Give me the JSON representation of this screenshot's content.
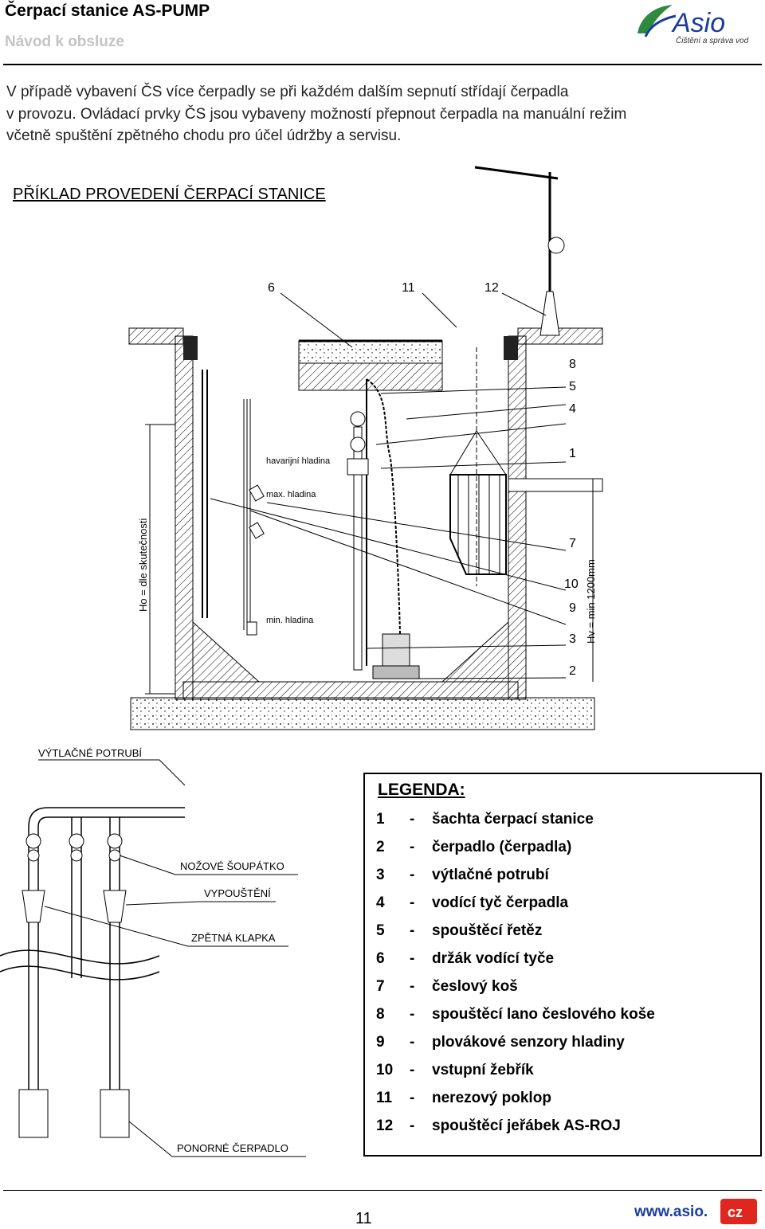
{
  "header": {
    "title": "Čerpací stanice AS-PUMP",
    "subtitle": "Návod k obsluze",
    "logo_text": "Asio",
    "logo_tagline": "Čištění a správa vod",
    "brand_color": "#1a3d9c",
    "leaf_color": "#2e8b3e"
  },
  "intro": {
    "line1": "V případě vybavení ČS více čerpadly se při každém dalším sepnutí střídají čerpadla",
    "line2": "v provozu. Ovládací prvky ČS jsou vybaveny možností přepnout čerpadla na manuální režim",
    "line3": "včetně spuštění zpětného chodu pro účel údržby a servisu."
  },
  "example_heading": "PŘÍKLAD PROVEDENÍ ČERPACÍ STANICE",
  "station_drawing": {
    "callouts": [
      "6",
      "11",
      "12",
      "8",
      "5",
      "4",
      "1",
      "7",
      "10",
      "9",
      "3",
      "2"
    ],
    "levels": {
      "emergency": "havarijní hladina",
      "max": "max. hladina",
      "min": "min. hladina"
    },
    "dimension_left": "Ho = dle skutečnosti",
    "dimension_right": "Hv = min 1200mm"
  },
  "pipe_drawing": {
    "title": "VÝTLAČNÉ POTRUBÍ",
    "labels": [
      "NOŽOVÉ ŠOUPÁTKO",
      "VYPOUŠTĚNÍ",
      "ZPĚTNÁ KLAPKA",
      "PONORNÉ ČERPADLO"
    ]
  },
  "legend": {
    "title": "LEGENDA:",
    "items": [
      {
        "num": "1",
        "text": "šachta čerpací stanice"
      },
      {
        "num": "2",
        "text": "čerpadlo (čerpadla)"
      },
      {
        "num": "3",
        "text": "výtlačné potrubí"
      },
      {
        "num": "4",
        "text": "vodící tyč čerpadla"
      },
      {
        "num": "5",
        "text": "spouštěcí řetěz"
      },
      {
        "num": "6",
        "text": "držák vodící tyče"
      },
      {
        "num": "7",
        "text": "česlový koš"
      },
      {
        "num": "8",
        "text": "spouštěcí lano česlového koše"
      },
      {
        "num": "9",
        "text": "plovákové senzory hladiny"
      },
      {
        "num": "10",
        "text": "vstupní žebřík"
      },
      {
        "num": "11",
        "text": "nerezový poklop"
      },
      {
        "num": "12",
        "text": "spouštěcí jeřábek AS-ROJ"
      }
    ]
  },
  "footer": {
    "page_number": "11",
    "web_prefix": "www.asio.",
    "web_suffix": "cz",
    "badge_color": "#e0271f"
  }
}
